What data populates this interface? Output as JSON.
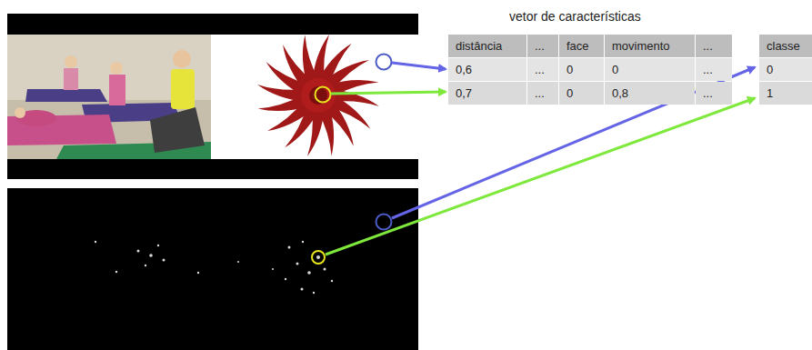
{
  "diagram": {
    "title": "vetor de características",
    "labels": [
      "distância",
      "...",
      "face",
      "movimento",
      "...",
      "0,6",
      "...",
      "0",
      "0",
      "...",
      "0,7",
      "...",
      "0",
      "0,8",
      "...",
      "classe",
      "0",
      "1"
    ]
  }
}
